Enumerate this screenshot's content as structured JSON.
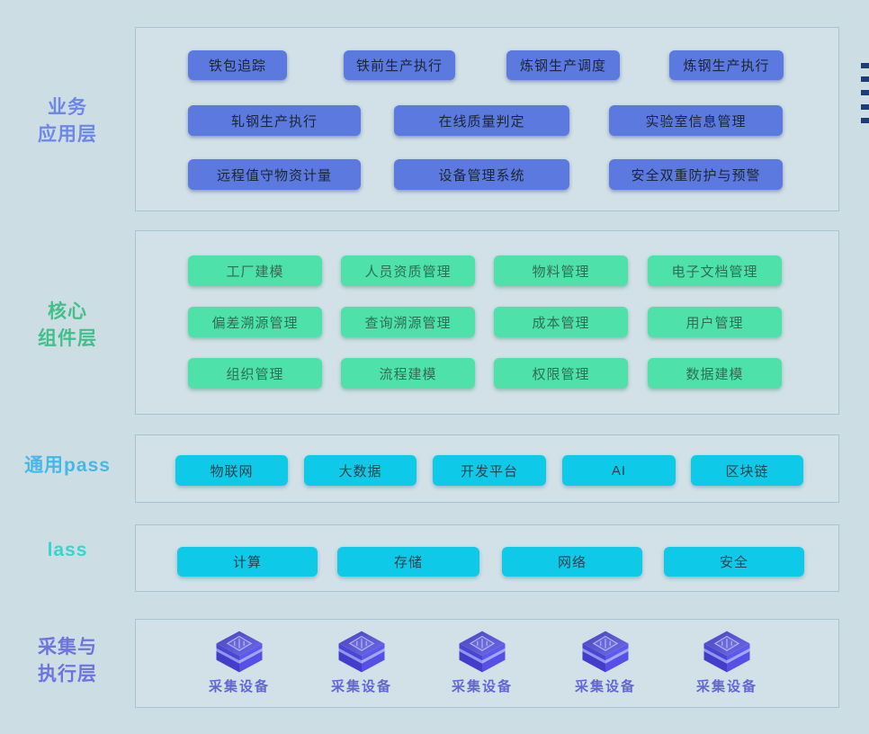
{
  "layers": [
    {
      "name": "business-application-layer",
      "label_lines": [
        "业务",
        "应用层"
      ],
      "buttons": [
        "铁包追踪",
        "铁前生产执行",
        "炼钢生产调度",
        "炼钢生产执行",
        "轧钢生产执行",
        "在线质量判定",
        "实验室信息管理",
        "远程值守物资计量",
        "设备管理系统",
        "安全双重防护与预警"
      ]
    },
    {
      "name": "core-component-layer",
      "label_lines": [
        "核心",
        "组件层"
      ],
      "buttons": [
        "工厂建模",
        "人员资质管理",
        "物料管理",
        "电子文档管理",
        "偏差溯源管理",
        "查询溯源管理",
        "成本管理",
        "用户管理",
        "组织管理",
        "流程建模",
        "权限管理",
        "数据建模"
      ]
    },
    {
      "name": "common-paas-layer",
      "label_lines": [
        "通用pass"
      ],
      "buttons": [
        "物联网",
        "大数据",
        "开发平台",
        "AI",
        "区块链"
      ]
    },
    {
      "name": "iaas-layer",
      "label_lines": [
        "lass"
      ],
      "buttons": [
        "计算",
        "存储",
        "网络",
        "安全"
      ]
    },
    {
      "name": "collection-execution-layer",
      "label_lines": [
        "采集与",
        "执行层"
      ],
      "devices": [
        "采集设备",
        "采集设备",
        "采集设备",
        "采集设备",
        "采集设备"
      ]
    }
  ],
  "colors": {
    "background": "#cddde4",
    "panel_border": "#a9c3d3",
    "business_button": "#5b79de",
    "core_button": "#4ee1aa",
    "paas_iaas_button": "#0ecae8",
    "label_business": "#6c86e9",
    "label_core": "#41c08b",
    "label_paas": "#45b8e8",
    "label_iaas": "#35d6cc",
    "label_collection": "#6d73e3",
    "device_cube": "#5a52e0",
    "edge_mark": "#1d3c78"
  }
}
